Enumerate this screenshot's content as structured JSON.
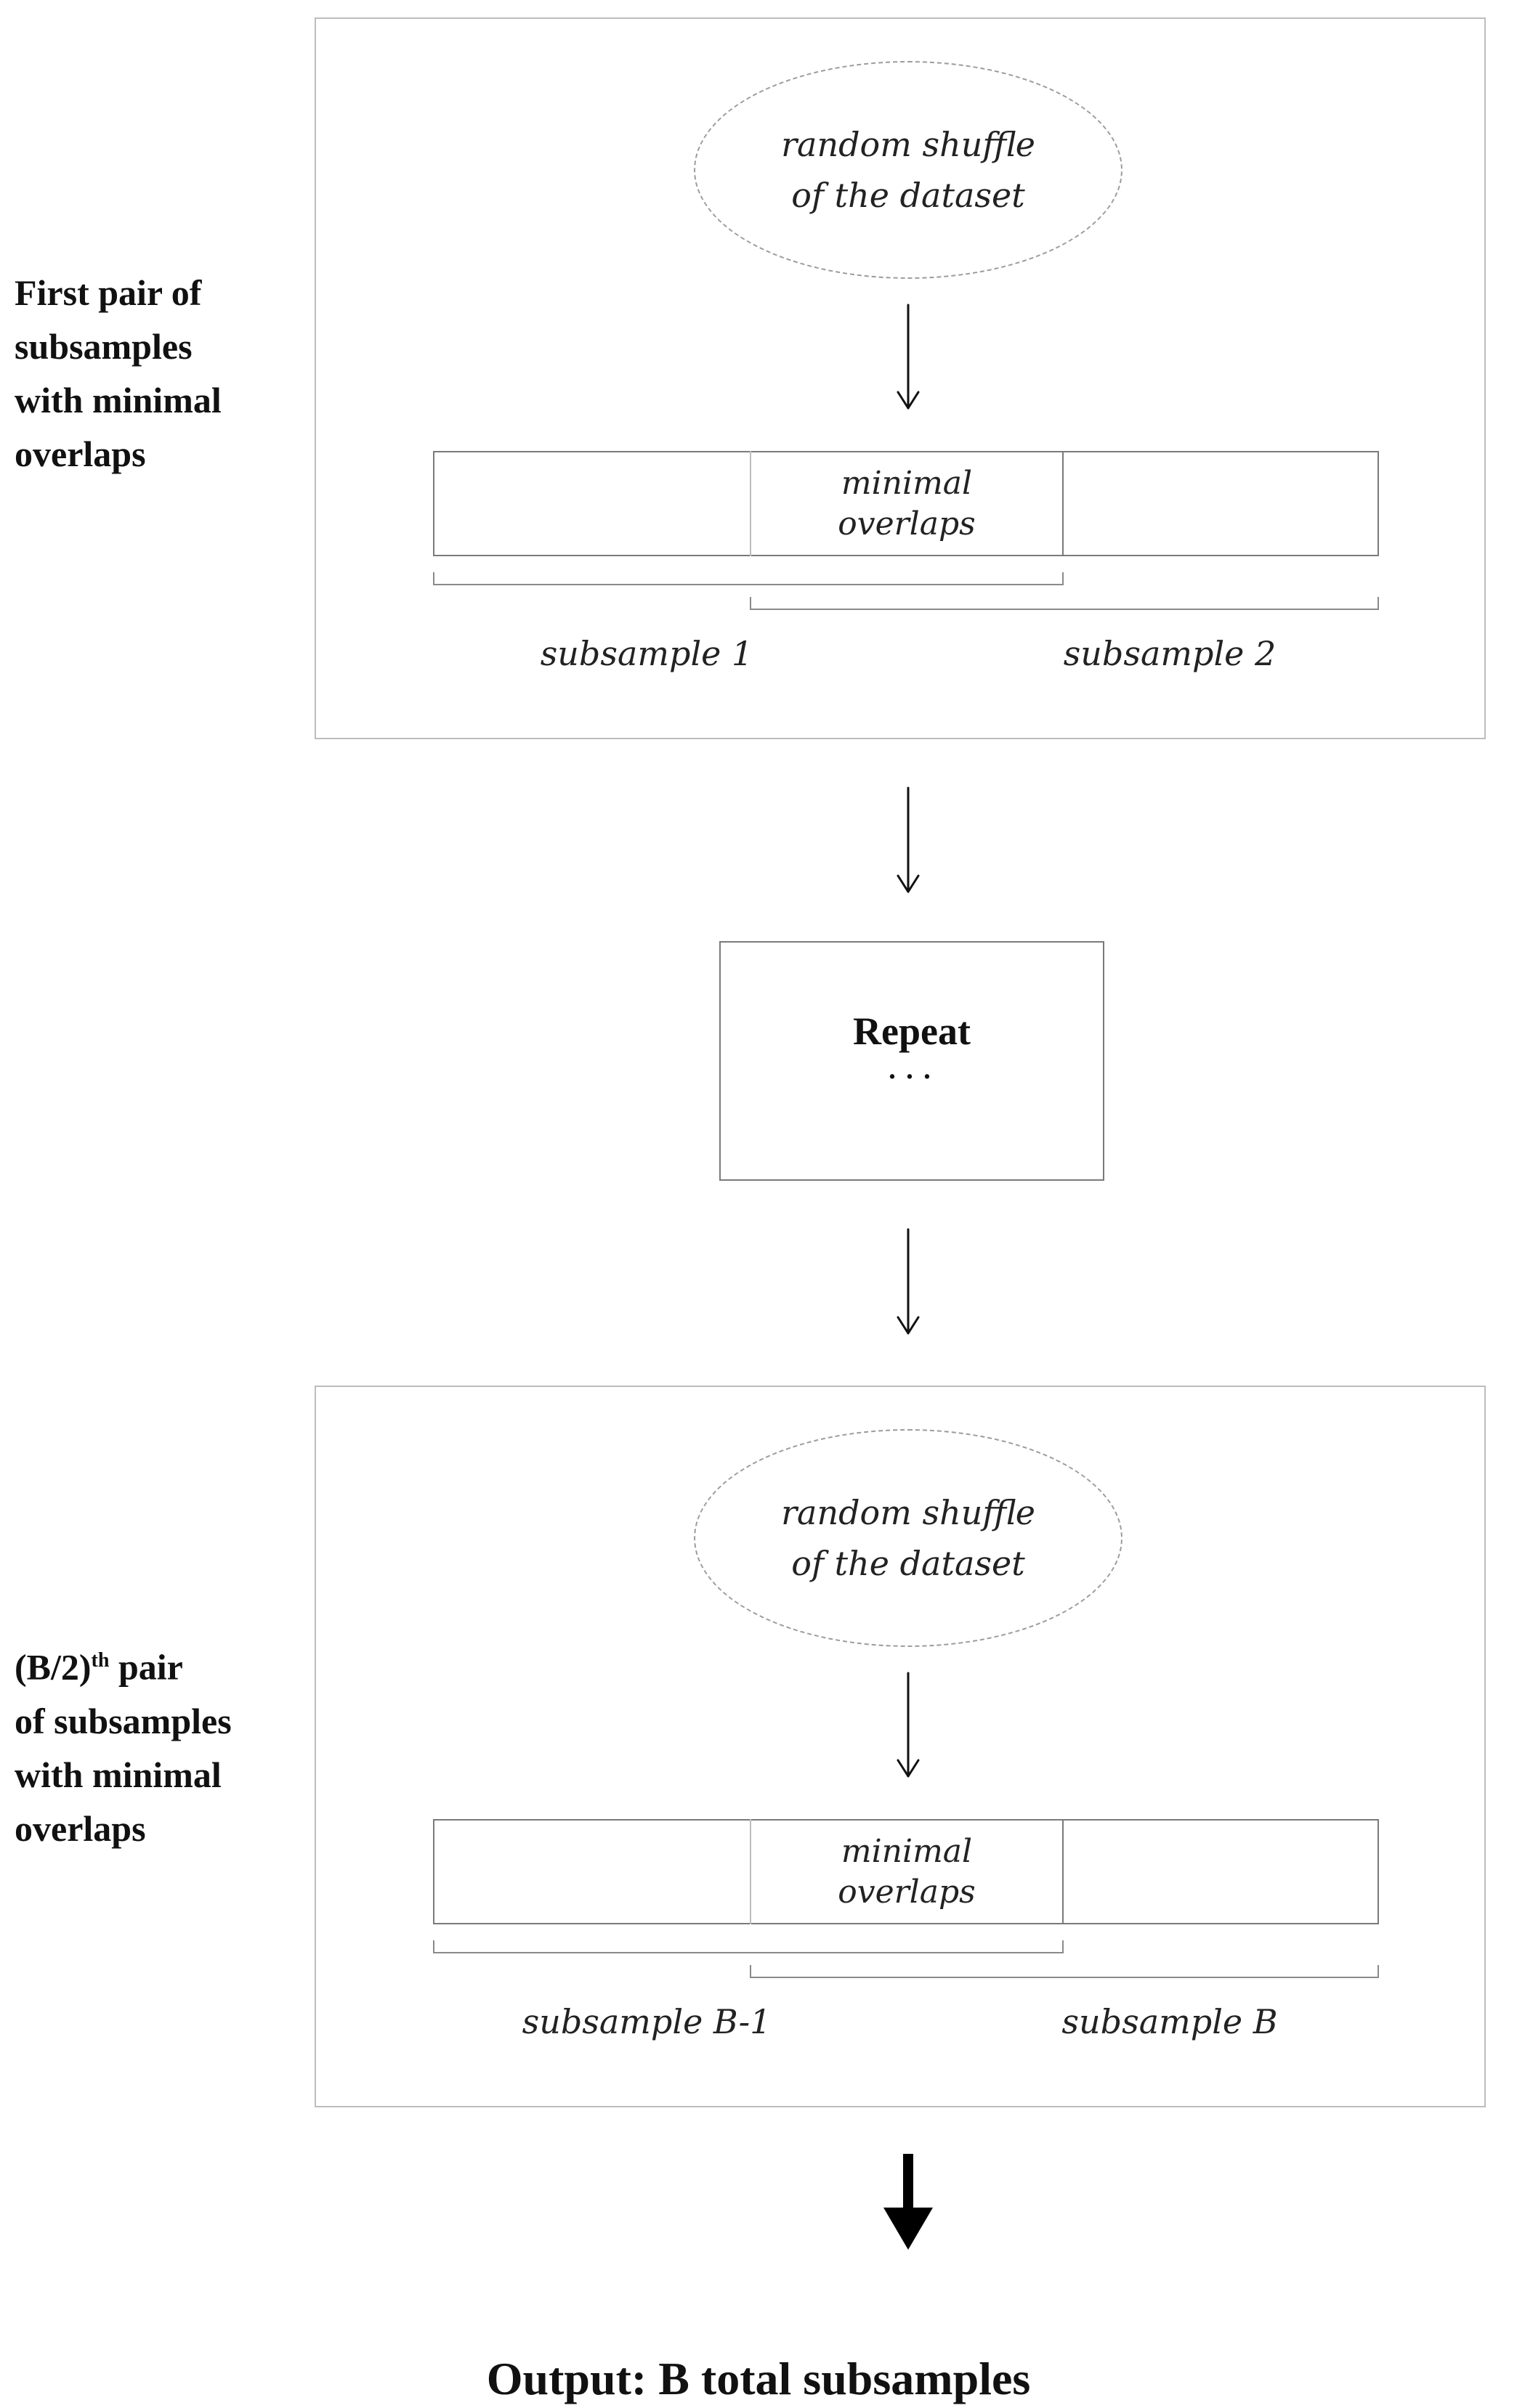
{
  "first_pair": {
    "side_label_lines": [
      "First pair of",
      "subsamples",
      "with minimal",
      "overlaps"
    ],
    "shuffle_lines": [
      "random shuffle",
      "of the dataset"
    ],
    "overlap_lines": [
      "minimal",
      "overlaps"
    ],
    "subsample_left": "subsample 1",
    "subsample_right": "subsample 2"
  },
  "repeat": {
    "title": "Repeat",
    "dots": "···"
  },
  "last_pair": {
    "side_label_prefix": "(B/2)",
    "side_label_sup": "th",
    "side_label_first_suffix": " pair",
    "side_label_lines": [
      "of subsamples",
      "with minimal",
      "overlaps"
    ],
    "shuffle_lines": [
      "random shuffle",
      "of the dataset"
    ],
    "overlap_lines": [
      "minimal",
      "overlaps"
    ],
    "subsample_left": "subsample B-1",
    "subsample_right": "subsample B"
  },
  "output": "Output: B total subsamples"
}
